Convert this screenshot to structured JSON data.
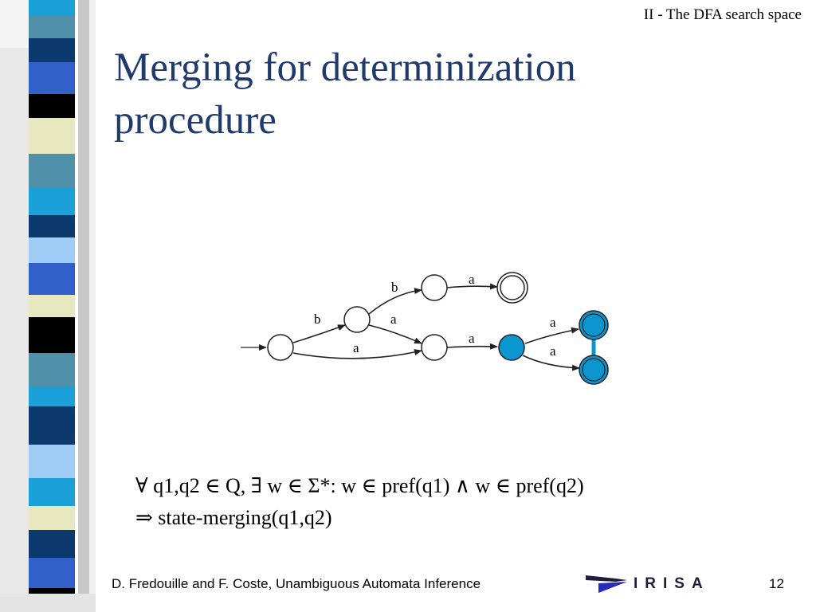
{
  "header": {
    "section": "II - The DFA search space"
  },
  "title": {
    "line1": "Merging for determinization",
    "line2": "procedure"
  },
  "diagram": {
    "labels": {
      "b_upper": "b",
      "a_top": "a",
      "b_lower": "b",
      "a_mid": "a",
      "a_bottom": "a",
      "a_right": "a",
      "a_merge_top": "a",
      "a_merge_bottom": "a"
    },
    "colors": {
      "merged_state": "#0b96d0",
      "state_fill": "#ffffff",
      "stroke": "#222222"
    }
  },
  "formula": {
    "line1": "∀ q1,q2 ∈ Q, ∃ w ∈ Σ*: w ∈ pref(q1) ∧ w ∈ pref(q2)",
    "line2": "⇒ state-merging(q1,q2)"
  },
  "footer": {
    "credit": "D. Fredouille and F. Coste, Unambiguous Automata Inference",
    "logo_text": "IRISA",
    "page_number": "12"
  },
  "colors": {
    "title": "#1f3a6b",
    "accent": "#0b96d0"
  }
}
